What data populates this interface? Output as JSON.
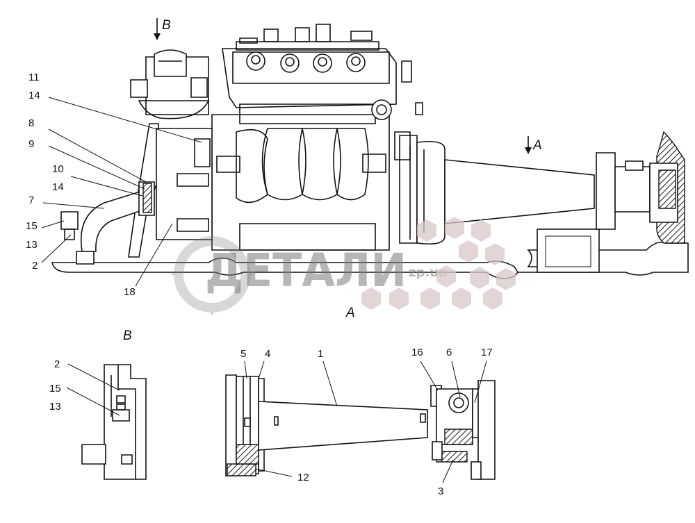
{
  "views": {
    "B_top": "B",
    "A_top": "A",
    "A_caption": "A",
    "B_detail": "B"
  },
  "watermark": {
    "brand": "ДЕТАЛИ",
    "domain": "zp.ua"
  },
  "callouts": {
    "c11": "11",
    "c14a": "14",
    "c8": "8",
    "c9": "9",
    "c10": "10",
    "c14b": "14",
    "c7": "7",
    "c15a": "15",
    "c13a": "13",
    "c2a": "2",
    "c18": "18",
    "c2b": "2",
    "c15b": "15",
    "c13b": "13",
    "c5": "5",
    "c4": "4",
    "c1": "1",
    "c12": "12",
    "c16": "16",
    "c6": "6",
    "c17": "17",
    "c3": "3"
  },
  "colors": {
    "line": "#111111",
    "watermark": "#7b7b7b",
    "hex_icons": "#cfcfcf"
  }
}
